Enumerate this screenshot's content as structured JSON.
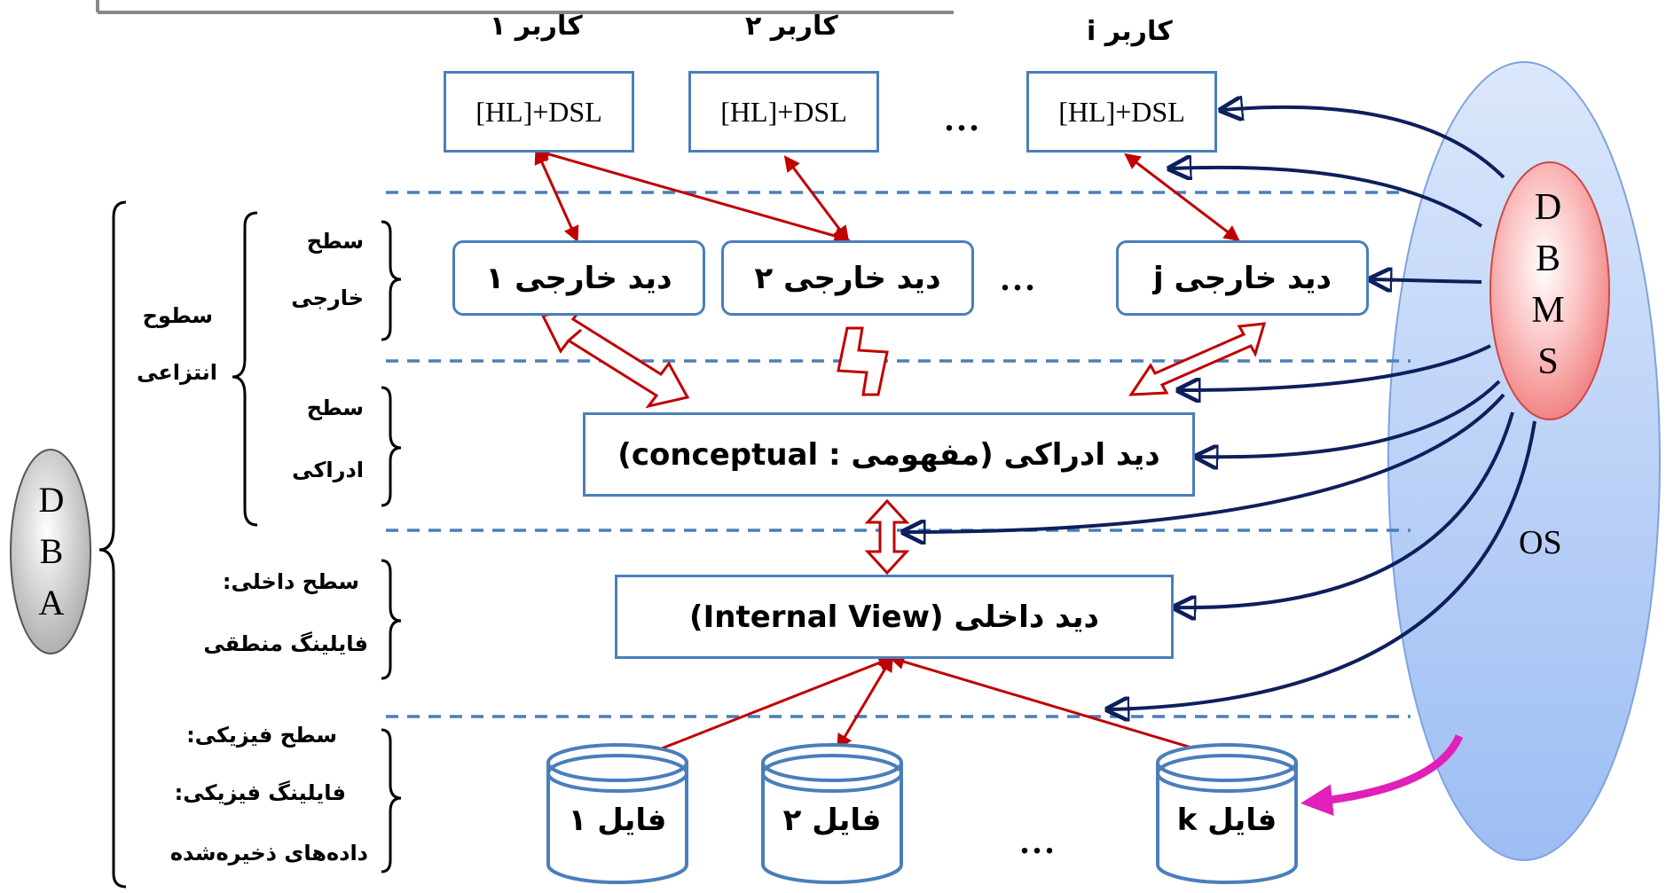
{
  "users": [
    "کاربر ۱",
    "کاربر ۲",
    "کاربر i"
  ],
  "dsl_boxes": [
    "[HL]+DSL",
    "[HL]+DSL",
    "[HL]+DSL"
  ],
  "external_views": [
    "دید خارجی ۱",
    "دید خارجی ۲",
    "دید خارجی j"
  ],
  "conceptual_view": "دید ادراکی (مفهومی : conceptual)",
  "internal_view": "دید داخلی (Internal View)",
  "files": [
    "فایل ۱",
    "فایل ۲",
    "فایل k"
  ],
  "ellipsis": "...",
  "levels": {
    "external": [
      "سطح",
      "خارجی"
    ],
    "abstract": [
      "سطوح",
      "انتزاعی"
    ],
    "conceptual": [
      "سطح",
      "ادراکی"
    ],
    "internal": [
      "سطح داخلی:",
      "فایلینگ منطقی"
    ],
    "physical": [
      "سطح فیزیکی:",
      "فایلینگ فیزیکی:",
      "داده‌های ذخیره‌شده"
    ]
  },
  "dbms_letters": [
    "D",
    "B",
    "M",
    "S"
  ],
  "dba_letters": [
    "D",
    "B",
    "A"
  ],
  "os_label": "OS",
  "colors": {
    "box_border": "#4a7ebb",
    "dashed_line": "#4a7ebb",
    "red_arrow": "#c00000",
    "navy_arrow": "#0d1f5c",
    "magenta_arrow": "#e020b8",
    "os_fill": "#a9c6f5",
    "dbms_fill": "#f08a8a",
    "dba_fill": "#bdbdbd"
  }
}
